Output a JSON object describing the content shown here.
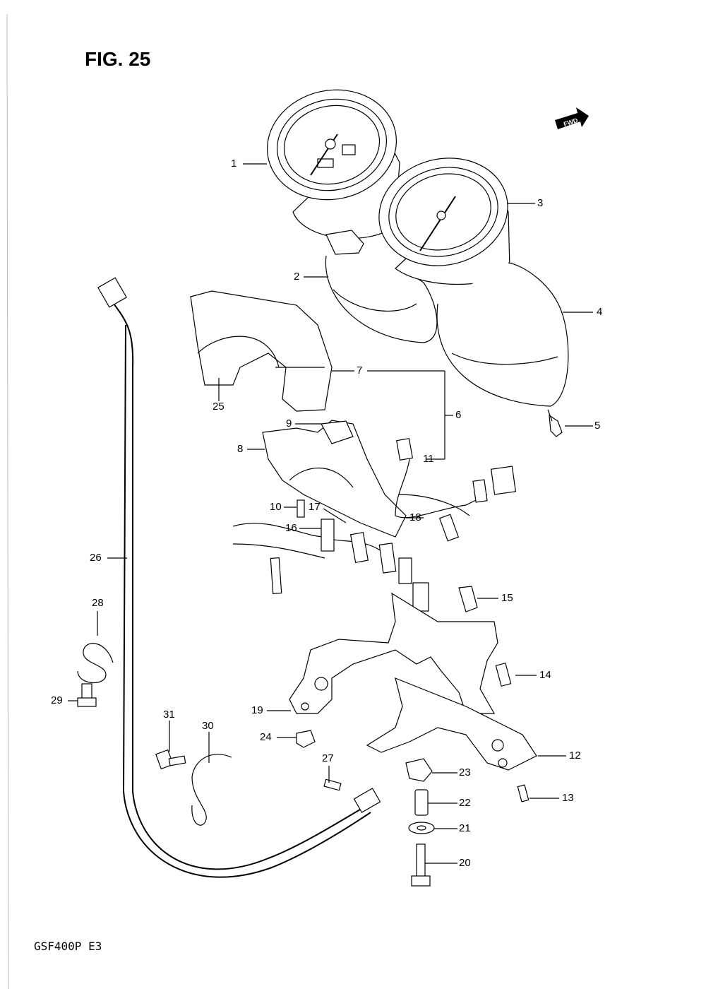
{
  "figure": {
    "title": "FIG. 25",
    "model": "GSF400P E3"
  },
  "direction_badge": {
    "label": "FWD",
    "icon": "forward-arrow-icon"
  },
  "callouts": [
    {
      "id": "1",
      "label": "1"
    },
    {
      "id": "2",
      "label": "2"
    },
    {
      "id": "3",
      "label": "3"
    },
    {
      "id": "4",
      "label": "4"
    },
    {
      "id": "5",
      "label": "5"
    },
    {
      "id": "6",
      "label": "6"
    },
    {
      "id": "7",
      "label": "7"
    },
    {
      "id": "8",
      "label": "8"
    },
    {
      "id": "9",
      "label": "9"
    },
    {
      "id": "10",
      "label": "10"
    },
    {
      "id": "11",
      "label": "11"
    },
    {
      "id": "12",
      "label": "12"
    },
    {
      "id": "13",
      "label": "13"
    },
    {
      "id": "14",
      "label": "14"
    },
    {
      "id": "15",
      "label": "15"
    },
    {
      "id": "16",
      "label": "16"
    },
    {
      "id": "17",
      "label": "17"
    },
    {
      "id": "18",
      "label": "18"
    },
    {
      "id": "19",
      "label": "19"
    },
    {
      "id": "20",
      "label": "20"
    },
    {
      "id": "21",
      "label": "21"
    },
    {
      "id": "22",
      "label": "22"
    },
    {
      "id": "23",
      "label": "23"
    },
    {
      "id": "24",
      "label": "24"
    },
    {
      "id": "25",
      "label": "25"
    },
    {
      "id": "26",
      "label": "26"
    },
    {
      "id": "27",
      "label": "27"
    },
    {
      "id": "28",
      "label": "28"
    },
    {
      "id": "29",
      "label": "29"
    },
    {
      "id": "30",
      "label": "30"
    },
    {
      "id": "31",
      "label": "31"
    }
  ]
}
